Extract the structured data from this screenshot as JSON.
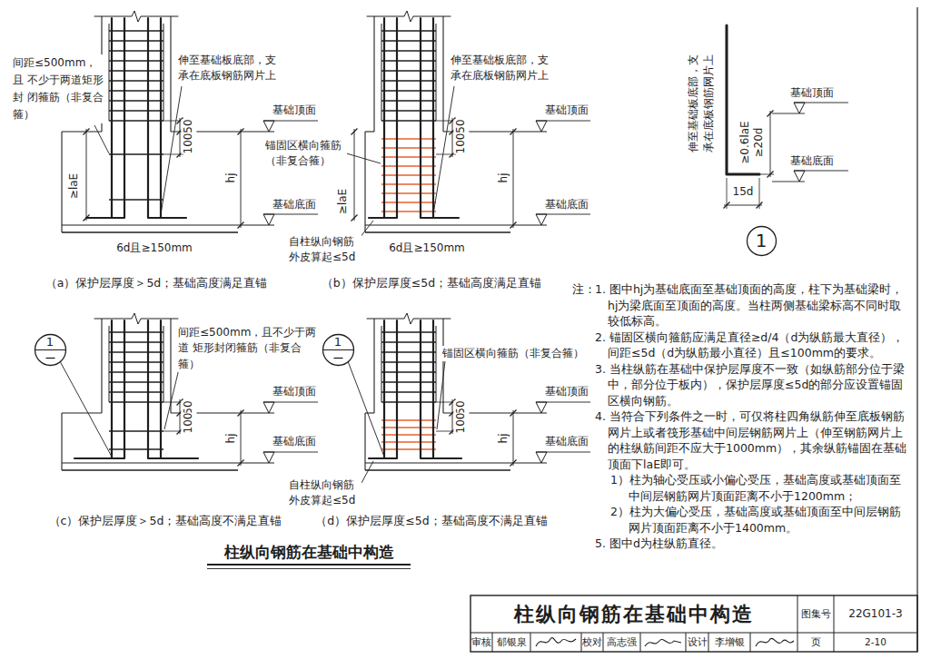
{
  "diagram": {
    "title": "柱纵向钢筋在基础中构造",
    "caption": "柱纵向钢筋在基础中构造",
    "nodes": [
      {
        "text": [
          "1"
        ]
      },
      {
        "text": [
          "1"
        ]
      },
      {
        "text": [
          "1"
        ]
      }
    ],
    "labels": [
      "间距≤500mm，且 不少于两道矩形封 闭箍筋（非复合 箍）",
      "伸至基础板底部，支 承在底板钢筋网片上",
      "50",
      "100",
      "≥laE",
      "基础顶面",
      "hj",
      "基础底面",
      "6d且≥150mm",
      "（a）保护层厚度＞5d；基础高度满足直锚",
      "伸至基础板底部，支 承在底板钢筋网片上",
      "50",
      "100",
      "≥laE",
      "锚固区横向箍筋 （非复合箍）",
      "基础顶面",
      "hj",
      "基础底面",
      "自柱纵向钢筋 外皮算起≤5d",
      "6d且≥150mm",
      "（b）保护层厚度≤5d；基础高度满足直锚",
      "伸至基础板底部，支 承在底板钢筋网片上",
      "基础顶面",
      "≥0.6laE",
      "≥20d",
      "基础底面",
      "15d",
      "间距≤500mm，且不少于两道 矩形封闭箍筋（非复合箍）",
      "基础顶面",
      "50",
      "100",
      "hj",
      "基础底面",
      "（c）保护层厚度＞5d；基础高度不满足直锚",
      "锚固区横向箍筋（非复合箍）",
      "基础顶面",
      "50",
      "100",
      "hj",
      "基础底面",
      "自柱纵向钢筋 外皮算起≤5d",
      "（d）保护层厚度≤5d；基础高度不满足直锚",
      "注：",
      "1. 图中hj为基础底面至基础顶面的高度，柱下为基础梁时，hj为梁底面至顶面的高度。当柱两侧基础梁标高不同时取较低标高。",
      "2. 锚固区横向箍筋应满足直径≥d/4（d为纵筋最大直径），间距≤5d（d为纵筋最小直径）且≤100mm的要求。",
      "3. 当柱纵筋在基础中保护层厚度不一致（如纵筋部分位于梁中，部分位于板内），保护层厚度≤5d的部分应设置锚固区横向钢筋。",
      "4. 当符合下列条件之一时，可仅将柱四角纵筋伸至底板钢筋网片上或者筏形基础中间层钢筋网片上（伸至钢筋网片上的柱纵筋间距不应大于1000mm），其余纵筋锚固在基础顶面下laE即可。",
      "1）柱为轴心受压或小偏心受压，基础高度或基础顶面至中间层钢筋网片顶面距离不小于1200mm；",
      "2）柱为大偏心受压，基础高度或基础顶面至中间层钢筋网片顶面距离不小于1400mm。",
      "5. 图中d为柱纵筋直径。",
      "图集号",
      "22G101-3",
      "审核",
      "郁银泉",
      "校对",
      "高志强",
      "设计",
      "李增银",
      "页",
      "2-10"
    ]
  }
}
